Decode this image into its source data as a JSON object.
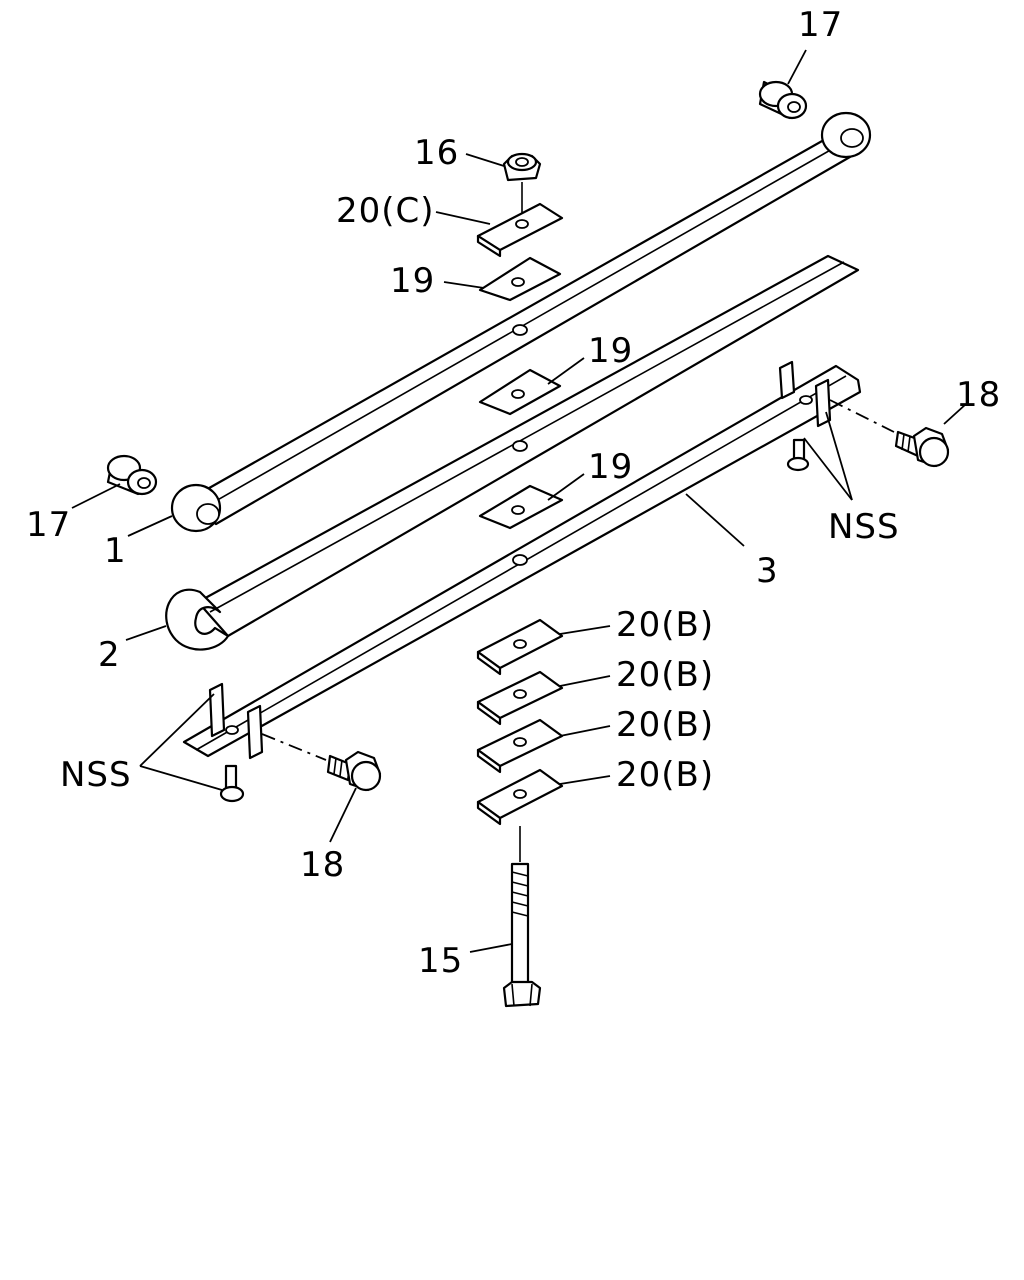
{
  "callouts": {
    "bushing_top": "17",
    "nut": "16",
    "plate_c": "20(C)",
    "pad_top": "19",
    "pad_mid": "19",
    "pad_low": "19",
    "bolt_right": "18",
    "nss_right": "NSS",
    "bushing_left": "17",
    "leaf_1": "1",
    "leaf_3": "3",
    "leaf_2": "2",
    "plate_b1": "20(B)",
    "plate_b2": "20(B)",
    "plate_b3": "20(B)",
    "plate_b4": "20(B)",
    "nss_left": "NSS",
    "bolt_left": "18",
    "center_bolt": "15"
  }
}
